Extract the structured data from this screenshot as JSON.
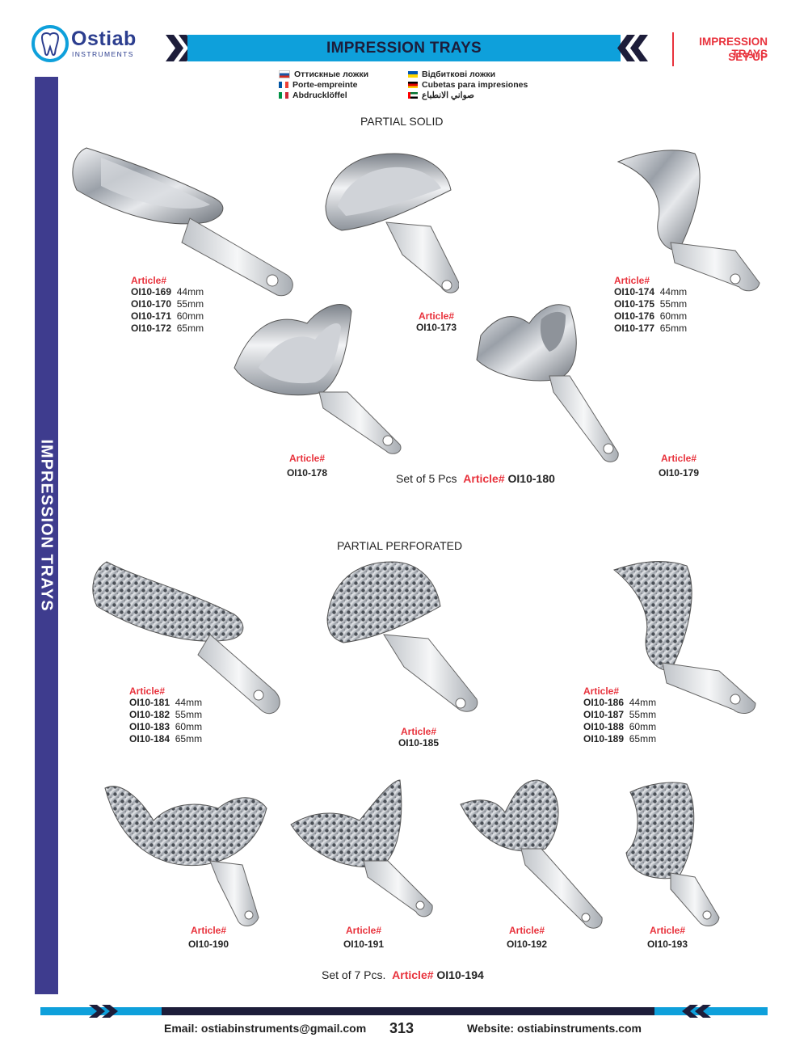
{
  "header": {
    "logo_name": "Ostiab",
    "logo_sub": "INSTRUMENTS",
    "title": "IMPRESSION TRAYS",
    "right_line1": "IMPRESSION TRAYS",
    "right_line2": "SET-UP",
    "accent": "#0ea0db",
    "red": "#e8323c"
  },
  "side_label": "IMPRESSION TRAYS",
  "languages": {
    "left": [
      "Оттискные ложки",
      "Porte-empreinte",
      "Abdrucklöffel"
    ],
    "right": [
      "Відбиткові ложки",
      "Cubetas para impresiones",
      "صواني الانطباع"
    ]
  },
  "sections": {
    "solid_title": "PARTIAL SOLID",
    "perforated_title": "PARTIAL PERFORATED"
  },
  "article_label": "Article#",
  "solid": {
    "g1": [
      {
        "code": "OI10-169",
        "size": "44mm"
      },
      {
        "code": "OI10-170",
        "size": "55mm"
      },
      {
        "code": "OI10-171",
        "size": "60mm"
      },
      {
        "code": "OI10-172",
        "size": "65mm"
      }
    ],
    "g2": [
      {
        "code": "OI10-174",
        "size": "44mm"
      },
      {
        "code": "OI10-175",
        "size": "55mm"
      },
      {
        "code": "OI10-176",
        "size": "60mm"
      },
      {
        "code": "OI10-177",
        "size": "65mm"
      }
    ],
    "c173": "OI10-173",
    "c178": "OI10-178",
    "c179": "OI10-179",
    "set_prefix": "Set of 5 Pcs",
    "set_code": "OI10-180"
  },
  "perforated": {
    "g1": [
      {
        "code": "OI10-181",
        "size": "44mm"
      },
      {
        "code": "OI10-182",
        "size": "55mm"
      },
      {
        "code": "OI10-183",
        "size": "60mm"
      },
      {
        "code": "OI10-184",
        "size": "65mm"
      }
    ],
    "g2": [
      {
        "code": "OI10-186",
        "size": "44mm"
      },
      {
        "code": "OI10-187",
        "size": "55mm"
      },
      {
        "code": "OI10-188",
        "size": "60mm"
      },
      {
        "code": "OI10-189",
        "size": "65mm"
      }
    ],
    "c185": "OI10-185",
    "c190": "OI10-190",
    "c191": "OI10-191",
    "c192": "OI10-192",
    "c193": "OI10-193",
    "set_prefix": "Set of 7 Pcs.",
    "set_code": "OI10-194"
  },
  "footer": {
    "email": "Email: ostiabinstruments@gmail.com",
    "page": "313",
    "website": "Website: ostiabinstruments.com"
  }
}
